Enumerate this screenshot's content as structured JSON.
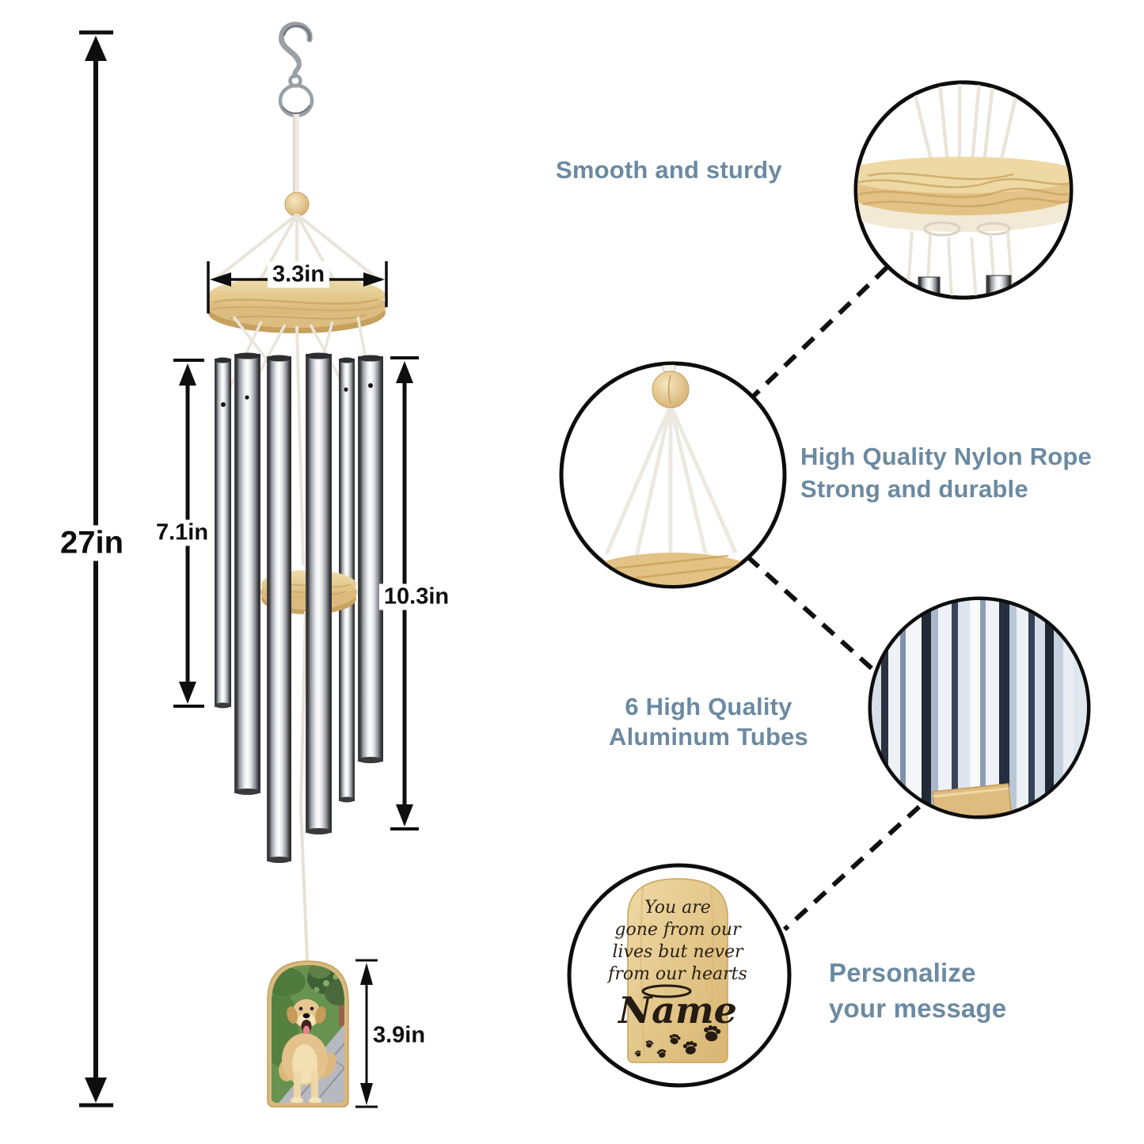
{
  "page": {
    "background": "#ffffff"
  },
  "dimensions": {
    "total_height": "27in",
    "top_disc_width": "3.3in",
    "shortest_tube": "7.1in",
    "longest_tube": "10.3in",
    "tag_height": "3.9in"
  },
  "features": {
    "smooth": {
      "label": "Smooth and sturdy"
    },
    "rope": {
      "line1": "High Quality Nylon Rope",
      "line2": "Strong and durable"
    },
    "tubes": {
      "line1": "6 High Quality",
      "line2": "Aluminum Tubes"
    },
    "personalize": {
      "line1": "Personalize",
      "line2": "your message"
    }
  },
  "tag": {
    "quote_line1": "You are",
    "quote_line2": "gone from our",
    "quote_line3": "lives but never",
    "quote_line4": "from our hearts",
    "name_placeholder": "Name"
  },
  "colors": {
    "accent_text": "#6b8aa1",
    "wood_light": "#eed9a6",
    "wood_dark": "#d9b674",
    "line_color": "#0e0e0e",
    "string_color": "#eceae0",
    "tube_highlight": "#ffffff",
    "tube_shadow": "#3a3a3c"
  }
}
